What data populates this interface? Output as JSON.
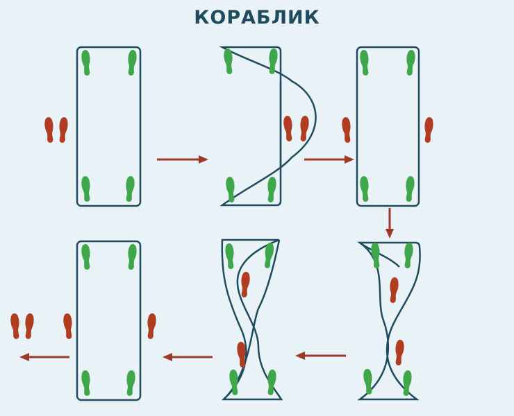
{
  "title": "КОРАБЛИК",
  "colors": {
    "background": "#e9f2f6",
    "outline": "#1f4b5f",
    "title": "#1f4b5f",
    "green_foot": "#3ea74a",
    "red_foot": "#b03c22",
    "arrow": "#9c3a28"
  },
  "icons": {
    "green": "green-footprint-icon",
    "red": "red-footprint-icon",
    "arrow": "arrow-icon"
  },
  "steps": [
    {
      "id": "step-1",
      "shape": "rectangle"
    },
    {
      "id": "step-2",
      "shape": "fold-right"
    },
    {
      "id": "step-3",
      "shape": "rectangle"
    },
    {
      "id": "step-4",
      "shape": "wave-left"
    },
    {
      "id": "step-5",
      "shape": "wave-right"
    },
    {
      "id": "step-6",
      "shape": "rectangle"
    }
  ],
  "arrows": [
    {
      "from": "step-1",
      "to": "step-2",
      "direction": "right"
    },
    {
      "from": "step-2",
      "to": "step-3",
      "direction": "right"
    },
    {
      "from": "step-3",
      "to": "step-4",
      "direction": "down"
    },
    {
      "from": "step-4",
      "to": "step-5",
      "direction": "left"
    },
    {
      "from": "step-5",
      "to": "step-6",
      "direction": "left"
    },
    {
      "from": "step-6",
      "to": "exit",
      "direction": "left"
    }
  ]
}
